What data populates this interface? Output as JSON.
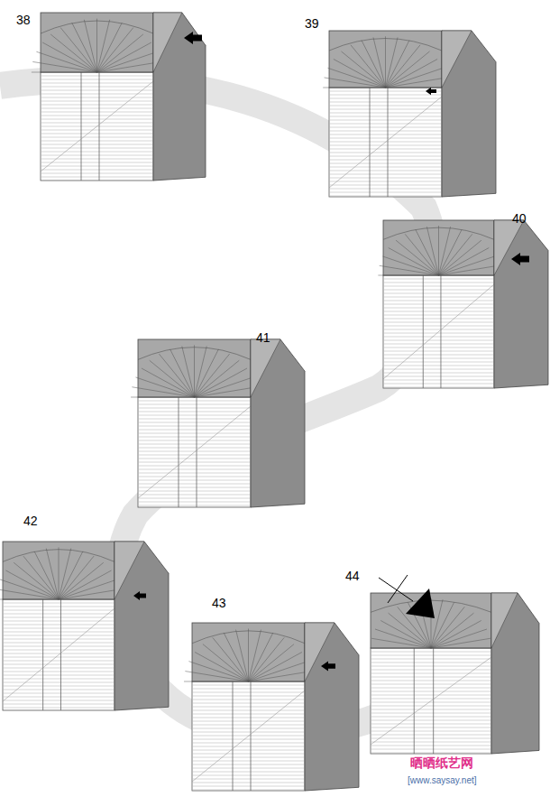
{
  "diagram": {
    "labels": [
      "38",
      "39",
      "40",
      "41",
      "42",
      "43",
      "44",
      "晒晒纸艺网",
      "[www.saysay.net]"
    ]
  }
}
